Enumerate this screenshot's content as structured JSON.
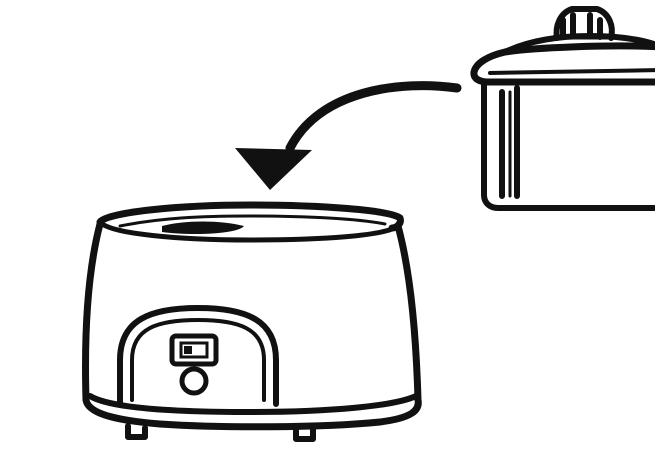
{
  "figure": {
    "kind": "line-art illustration",
    "colors": {
      "ink": "#111111",
      "paper": "#ffffff"
    },
    "parts": [
      {
        "name": "base-unit",
        "icon": "appliance-base-icon"
      },
      {
        "name": "inner-container",
        "icon": "container-pot-icon"
      },
      {
        "name": "insert-arrow",
        "icon": "curved-arrow-icon"
      }
    ]
  }
}
